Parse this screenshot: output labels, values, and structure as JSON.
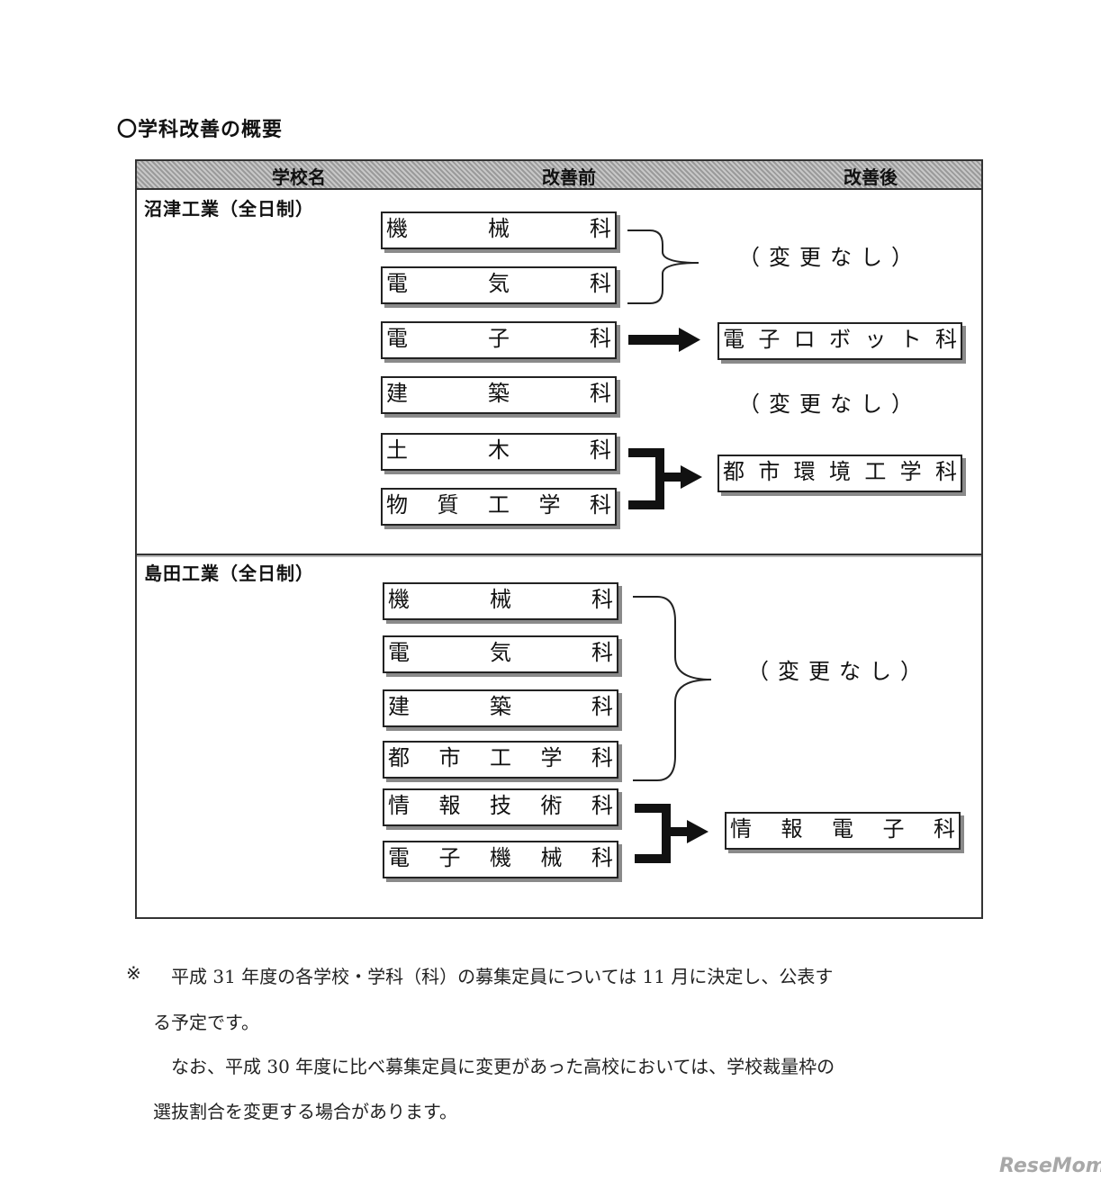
{
  "title": "〇学科改善の概要",
  "table": {
    "headers": {
      "school": "学校名",
      "before": "改善前",
      "after": "改善後"
    },
    "numazu": {
      "school": "沼津工業（全日制）",
      "before": [
        [
          "機",
          "械",
          "科"
        ],
        [
          "電",
          "気",
          "科"
        ],
        [
          "電",
          "子",
          "科"
        ],
        [
          "建",
          "築",
          "科"
        ],
        [
          "土",
          "木",
          "科"
        ],
        [
          "物",
          "質",
          "工",
          "学",
          "科"
        ]
      ],
      "nochange_1": "（変更なし）",
      "after_1": [
        "電",
        "子",
        "ロ",
        "ボ",
        "ッ",
        "ト",
        "科"
      ],
      "nochange_2": "（変更なし）",
      "after_2": [
        "都",
        "市",
        "環",
        "境",
        "工",
        "学",
        "科"
      ]
    },
    "shimada": {
      "school": "島田工業（全日制）",
      "before": [
        [
          "機",
          "械",
          "科"
        ],
        [
          "電",
          "気",
          "科"
        ],
        [
          "建",
          "築",
          "科"
        ],
        [
          "都",
          "市",
          "工",
          "学",
          "科"
        ],
        [
          "情",
          "報",
          "技",
          "術",
          "科"
        ],
        [
          "電",
          "子",
          "機",
          "械",
          "科"
        ]
      ],
      "nochange": "（変更なし）",
      "after": [
        "情",
        "報",
        "電",
        "子",
        "科"
      ]
    }
  },
  "notes": {
    "mark": "※",
    "line1": "平成 31 年度の各学校・学科（科）の募集定員については 11 月に決定し、公表す",
    "line2": "る予定です。",
    "line3": "なお、平成 30 年度に比べ募集定員に変更があった高校においては、学校裁量枠の",
    "line4": "選抜割合を変更する場合があります。"
  },
  "watermark": "ReseMom"
}
